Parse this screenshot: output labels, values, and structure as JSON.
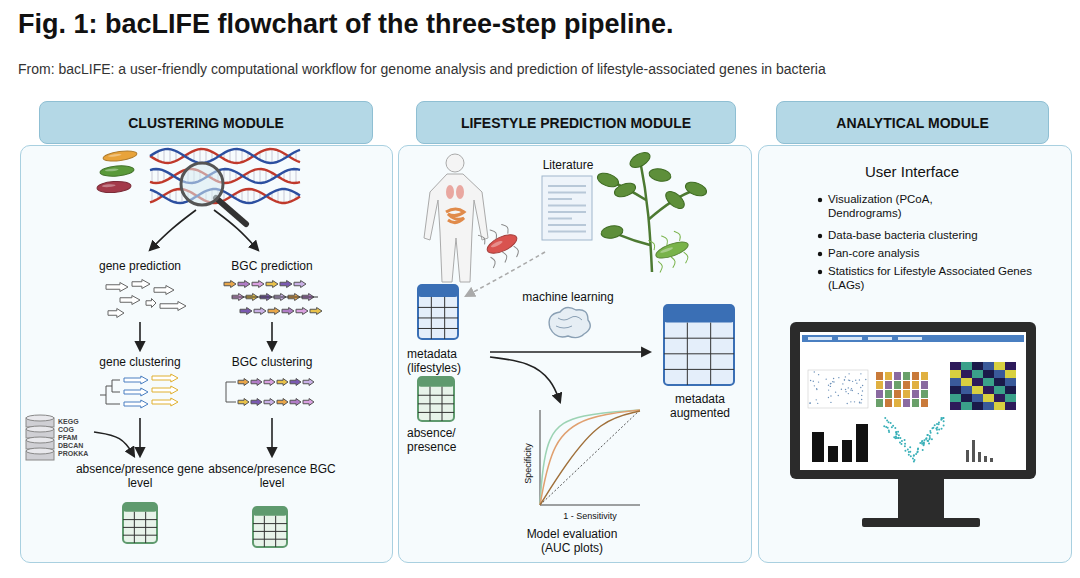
{
  "diagram": {
    "title": "Fig. 1: bacLIFE flowchart of the three-step pipeline.",
    "caption": "From: bacLIFE: a user-friendly computational workflow for genome analysis and prediction of lifestyle-associated genes in bacteria",
    "nodes": [
      {
        "text": [
          "CLUSTERING MODULE"
        ]
      },
      {
        "text": [
          "LIFESTYLE PREDICTION MODULE"
        ]
      },
      {
        "text": [
          "ANALYTICAL MODULE"
        ]
      }
    ],
    "labels": [
      "gene prediction",
      "BGC prediction",
      "gene clustering",
      "BGC clustering",
      "KEGG",
      "COG",
      "PFAM",
      "DBCAN",
      "PROKKA",
      "absence/presence gene level",
      "absence/presence BGC level",
      "Literature",
      "metadata (lifestyles)",
      "machine learning",
      "metadata augmented",
      "absence/ presence",
      "Specificity",
      "1 - Sensitivity",
      "Model evaluation (AUC plots)",
      "User Interface",
      "Visualization (PCoA, Dendrograms)",
      "Data-base bacteria clustering",
      "Pan-core analysis",
      "Statistics for Lifestyle Associated Genes (LAGs)"
    ]
  }
}
